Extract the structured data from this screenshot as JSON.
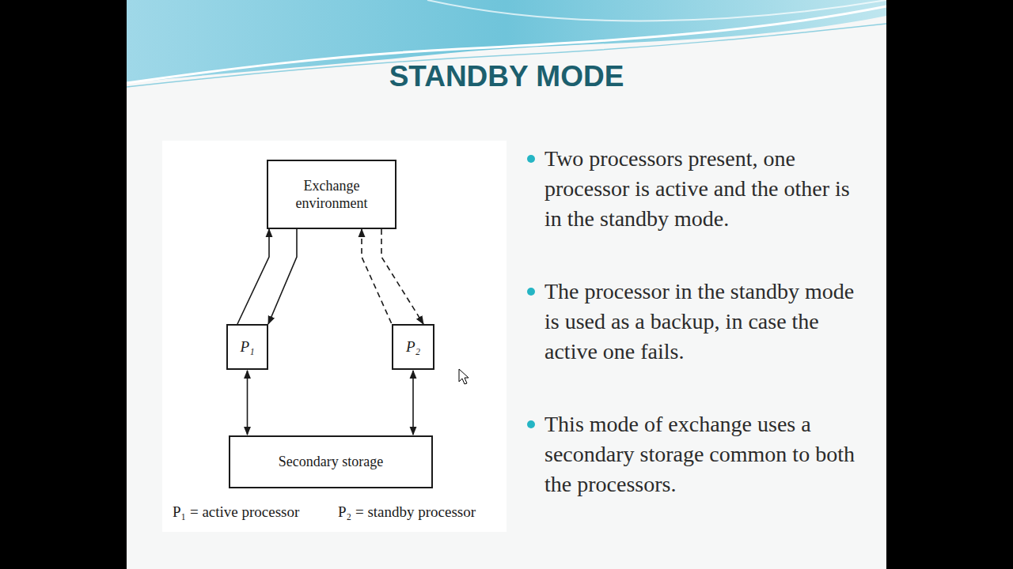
{
  "diagram": {
    "title": "STANDBY MODE",
    "nodes": [
      {
        "text": [
          "Exchange environment"
        ]
      },
      {
        "text": [
          "P₁"
        ]
      },
      {
        "text": [
          "P₂"
        ]
      },
      {
        "text": [
          "Secondary storage"
        ]
      }
    ],
    "edges": [
      {
        "from": 0,
        "to": 1,
        "arrow": "both"
      },
      {
        "from": 0,
        "to": 2,
        "arrow": "both"
      },
      {
        "from": 1,
        "to": 3,
        "arrow": "both"
      },
      {
        "from": 2,
        "to": 3,
        "arrow": "both"
      }
    ],
    "labels": [
      "Two processors present, one processor is active and the other is in the standby mode.",
      "The processor in the standby mode is used as a backup, in case the active one fails.",
      "This mode of exchange uses a secondary storage common to both the processors.",
      "P₁ = active processor",
      "P₂ = standby processor"
    ]
  }
}
